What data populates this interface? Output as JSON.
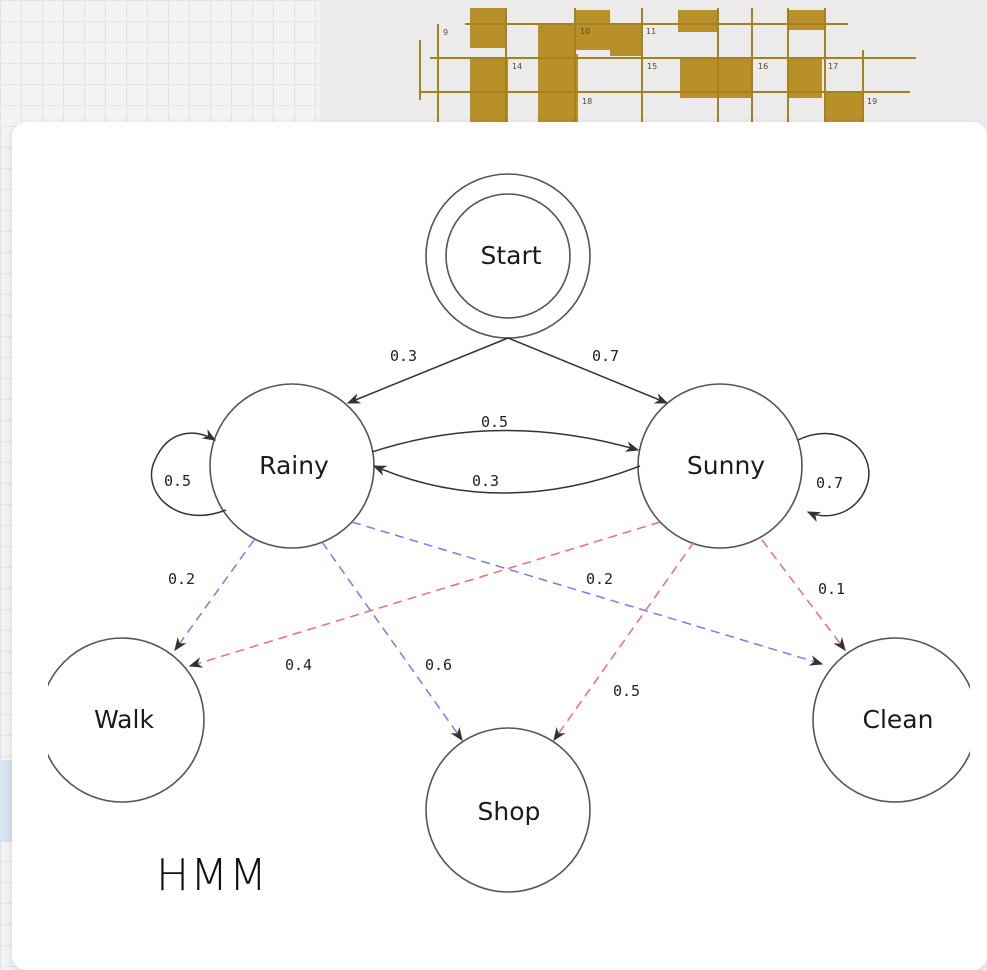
{
  "background": {
    "crossword_numbers": [
      "9",
      "10",
      "11",
      "14",
      "15",
      "16",
      "17",
      "18",
      "19"
    ],
    "colors": {
      "fill": "#b8902a",
      "line": "#a7801f"
    }
  },
  "diagram": {
    "nodes": {
      "start": "Start",
      "rainy": "Rainy",
      "sunny": "Sunny",
      "walk": "Walk",
      "shop": "Shop",
      "clean": "Clean"
    },
    "probabilities": {
      "start_rainy": "0.3",
      "start_sunny": "0.7",
      "rainy_sunny": "0.5",
      "sunny_rainy": "0.3",
      "rainy_self": "0.5",
      "sunny_self": "0.7",
      "rainy_walk": "0.2",
      "rainy_shop": "0.6",
      "rainy_clean": "0.2",
      "sunny_walk": "0.4",
      "sunny_shop": "0.5",
      "sunny_clean": "0.1"
    },
    "caption": "HMM",
    "colors": {
      "rainy_emission": "#7b78f2",
      "sunny_emission": "#ef6e6e"
    }
  }
}
